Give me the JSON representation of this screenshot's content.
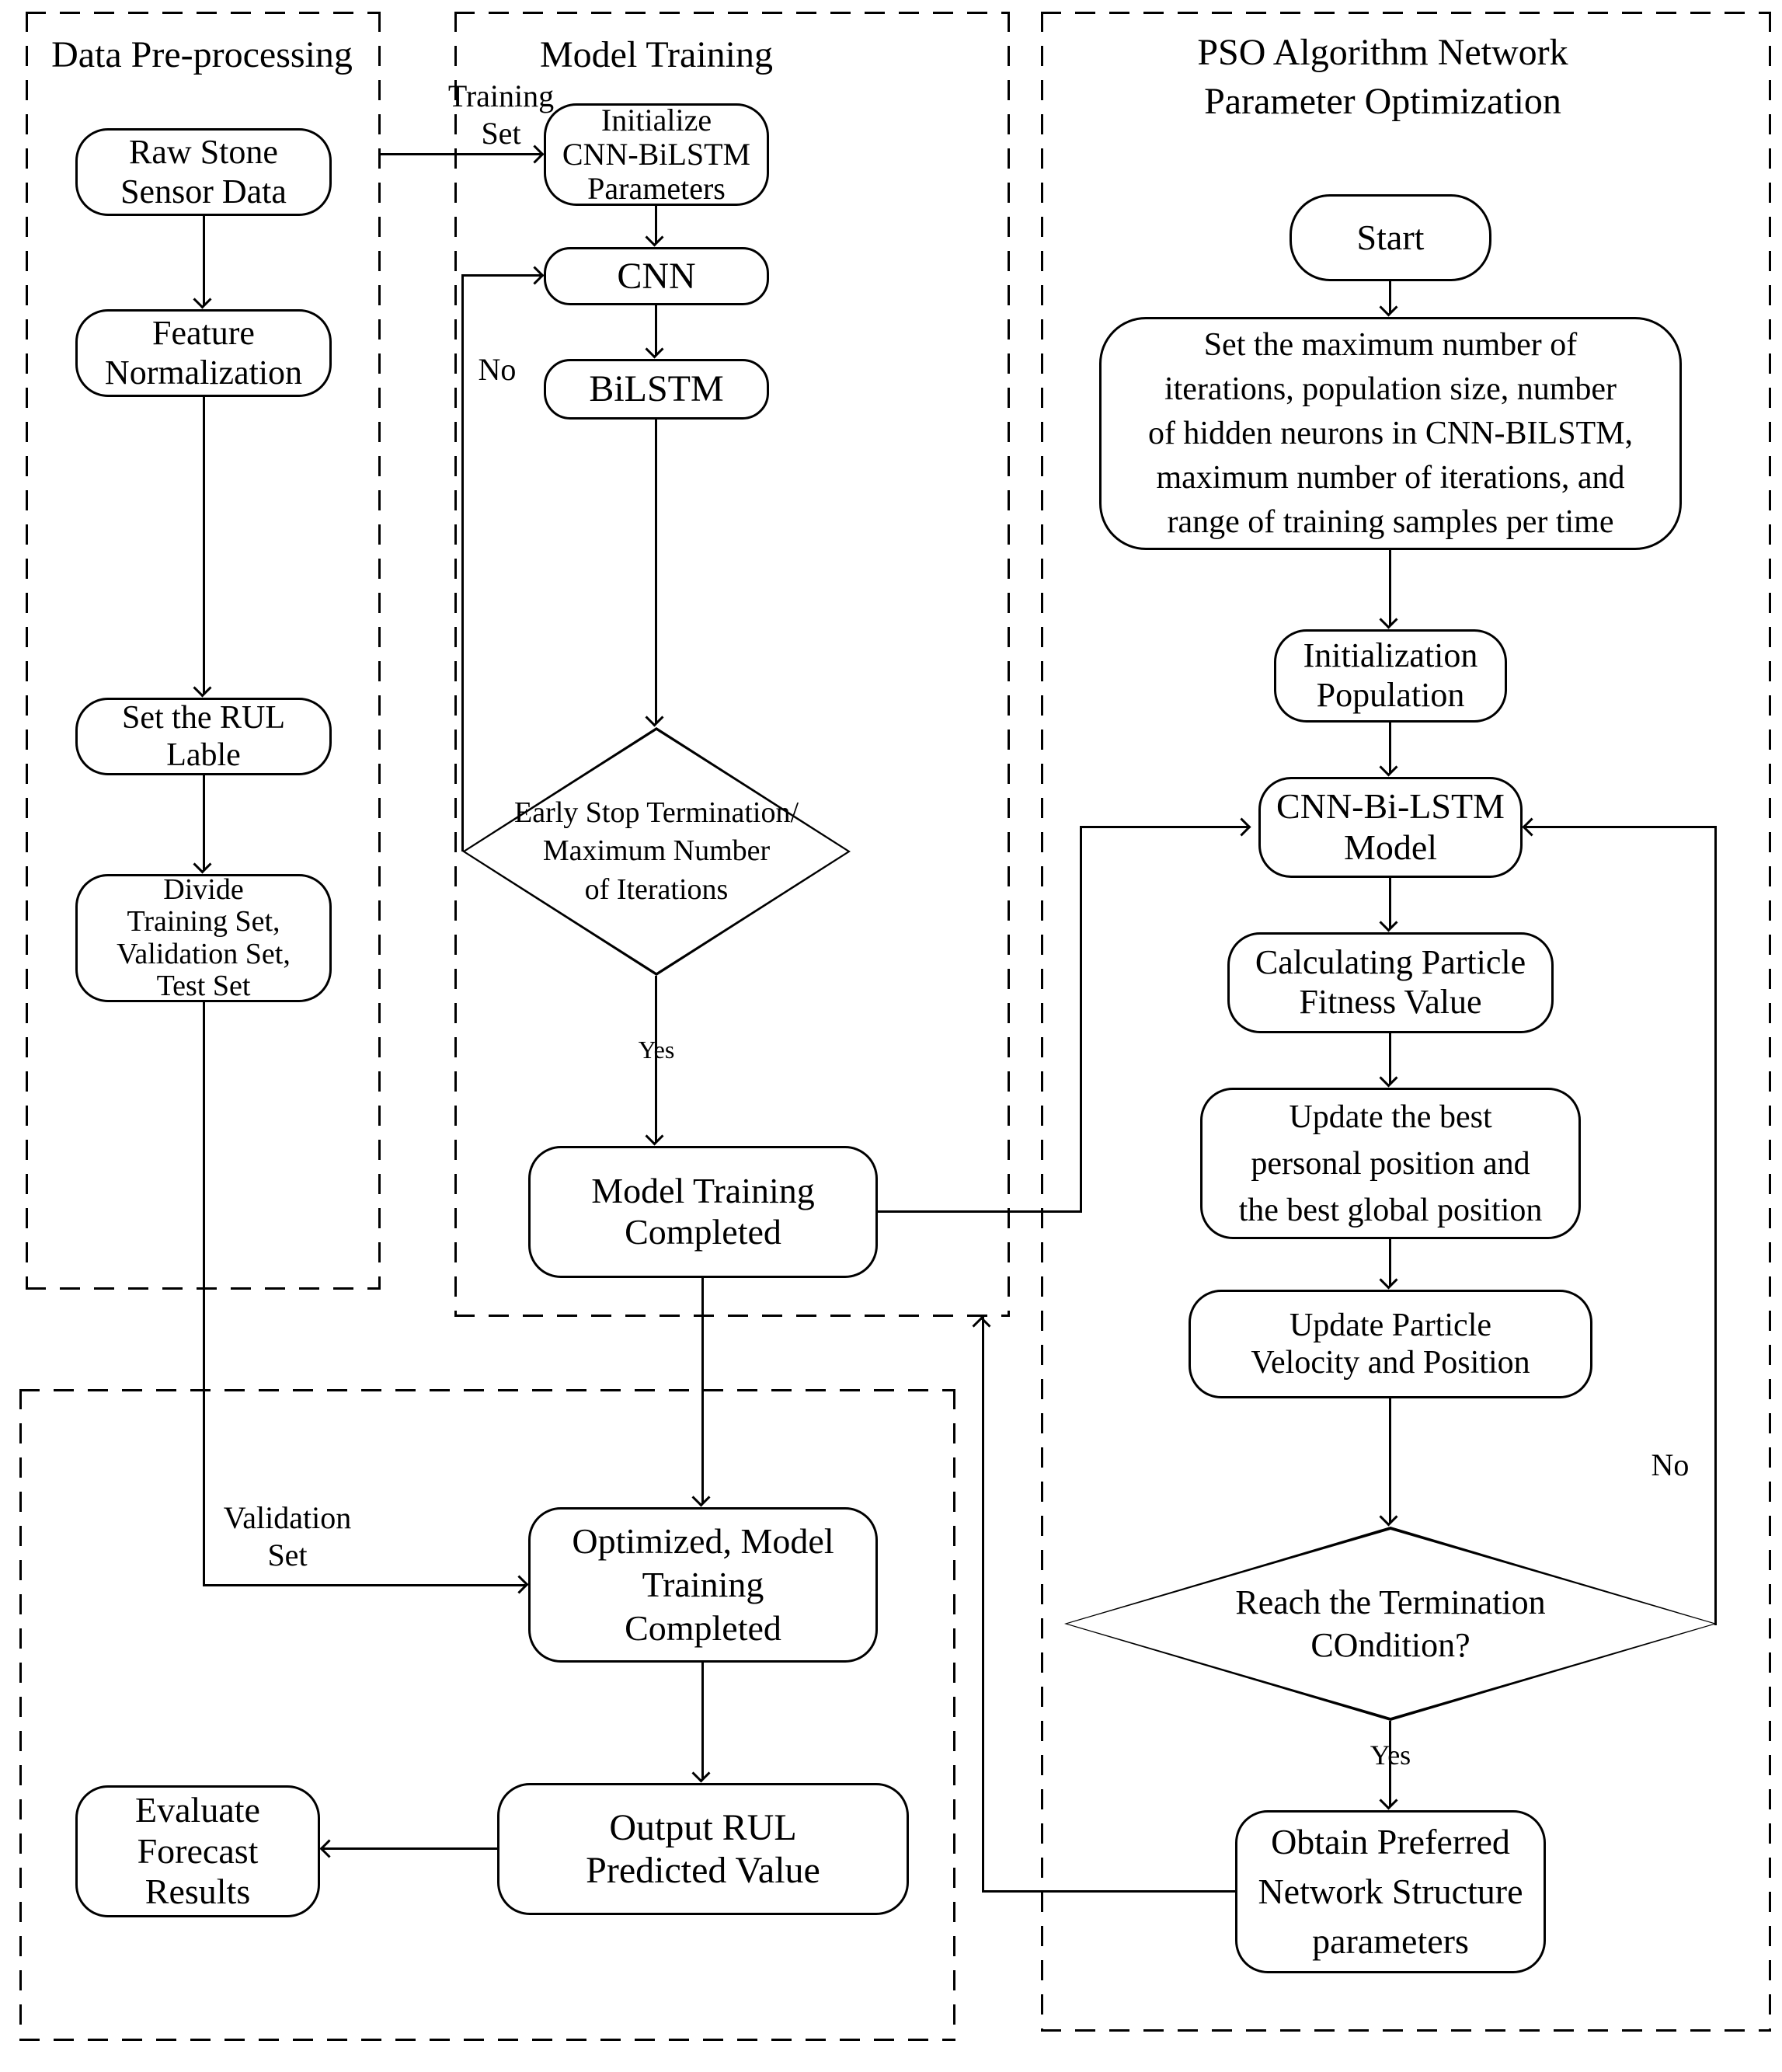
{
  "sections": {
    "preprocessing": {
      "title": "Data Pre-processing"
    },
    "training": {
      "title": "Model Training"
    },
    "pso": {
      "title": "PSO Algorithm Network\nParameter Optimization"
    }
  },
  "nodes": {
    "raw_stone": {
      "label": "Raw Stone\nSensor Data"
    },
    "feature_norm": {
      "label": "Feature\nNormalization"
    },
    "set_rul": {
      "label": "Set the RUL\nLable"
    },
    "divide": {
      "label": "Divide\nTraining Set,\nValidation Set,\nTest Set"
    },
    "init_params": {
      "label": "Initialize\nCNN-BiLSTM\nParameters"
    },
    "cnn": {
      "label": "CNN"
    },
    "bilstm": {
      "label": "BiLSTM"
    },
    "early_stop": {
      "label": "Early Stop Termination/\nMaximum Number\nof Iterations"
    },
    "training_done": {
      "label": "Model Training\nCompleted"
    },
    "optimized_done": {
      "label": "Optimized, Model\nTraining\nCompleted"
    },
    "output_rul": {
      "label": "Output RUL\nPredicted Value"
    },
    "evaluate": {
      "label": "Evaluate Forecast\nResults"
    },
    "start": {
      "label": "Start"
    },
    "set_params": {
      "label": "Set the maximum number of\niterations, population size, number\nof hidden neurons in CNN-BILSTM,\nmaximum number of iterations, and\nrange of training samples per time"
    },
    "init_pop": {
      "label": "Initialization\nPopulation"
    },
    "cnn_bilstm_model": {
      "label": "CNN-Bi-LSTM\nModel"
    },
    "calc_fitness": {
      "label": "Calculating Particle\nFitness Value"
    },
    "update_best": {
      "label": "Update the best\npersonal position and\nthe best global position"
    },
    "update_velocity": {
      "label": "Update Particle\nVelocity and Position"
    },
    "termination": {
      "label": "Reach the Termination\nCOndition?"
    },
    "obtain_params": {
      "label": "Obtain Preferred\nNetwork Structure\nparameters"
    }
  },
  "edge_labels": {
    "training_set": "Training\nSet",
    "validation_set": "Validation\nSet",
    "yes_mt": "Yes",
    "no_mt": "No",
    "yes_pso": "Yes",
    "no_pso": "No"
  },
  "colors": {
    "stroke": "#000000",
    "background": "#ffffff"
  }
}
